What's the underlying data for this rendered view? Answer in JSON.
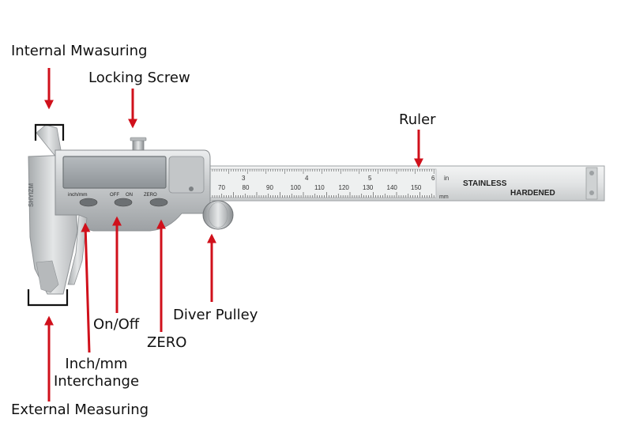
{
  "labels": {
    "internal_measuring": "Internal Mwasuring",
    "locking_screw": "Locking Screw",
    "ruler": "Ruler",
    "on_off": "On/Off",
    "inch_mm_line1": "Inch/mm",
    "inch_mm_line2": "Interchange",
    "zero": "ZERO",
    "diver_pulley": "Diver Pulley",
    "external_measuring": "External Measuring"
  },
  "caliper": {
    "brand_mark": "SHYIZM",
    "button_labels": {
      "inch_mm": "inch/mm",
      "off": "OFF",
      "on": "ON",
      "zero": "ZERO"
    },
    "ruler_text": {
      "line1": "STAINLESS",
      "line2": "HARDENED",
      "unit_in": "in",
      "unit_mm": "mm"
    },
    "mm_scale": [
      "70",
      "80",
      "90",
      "100",
      "110",
      "120",
      "130",
      "140",
      "150"
    ],
    "inch_scale": [
      "3",
      "4",
      "5",
      "6"
    ]
  },
  "colors": {
    "arrow": "#d0101b",
    "steel": "#c9cbcd",
    "display": "#9aa0a5",
    "text": "#111111"
  }
}
